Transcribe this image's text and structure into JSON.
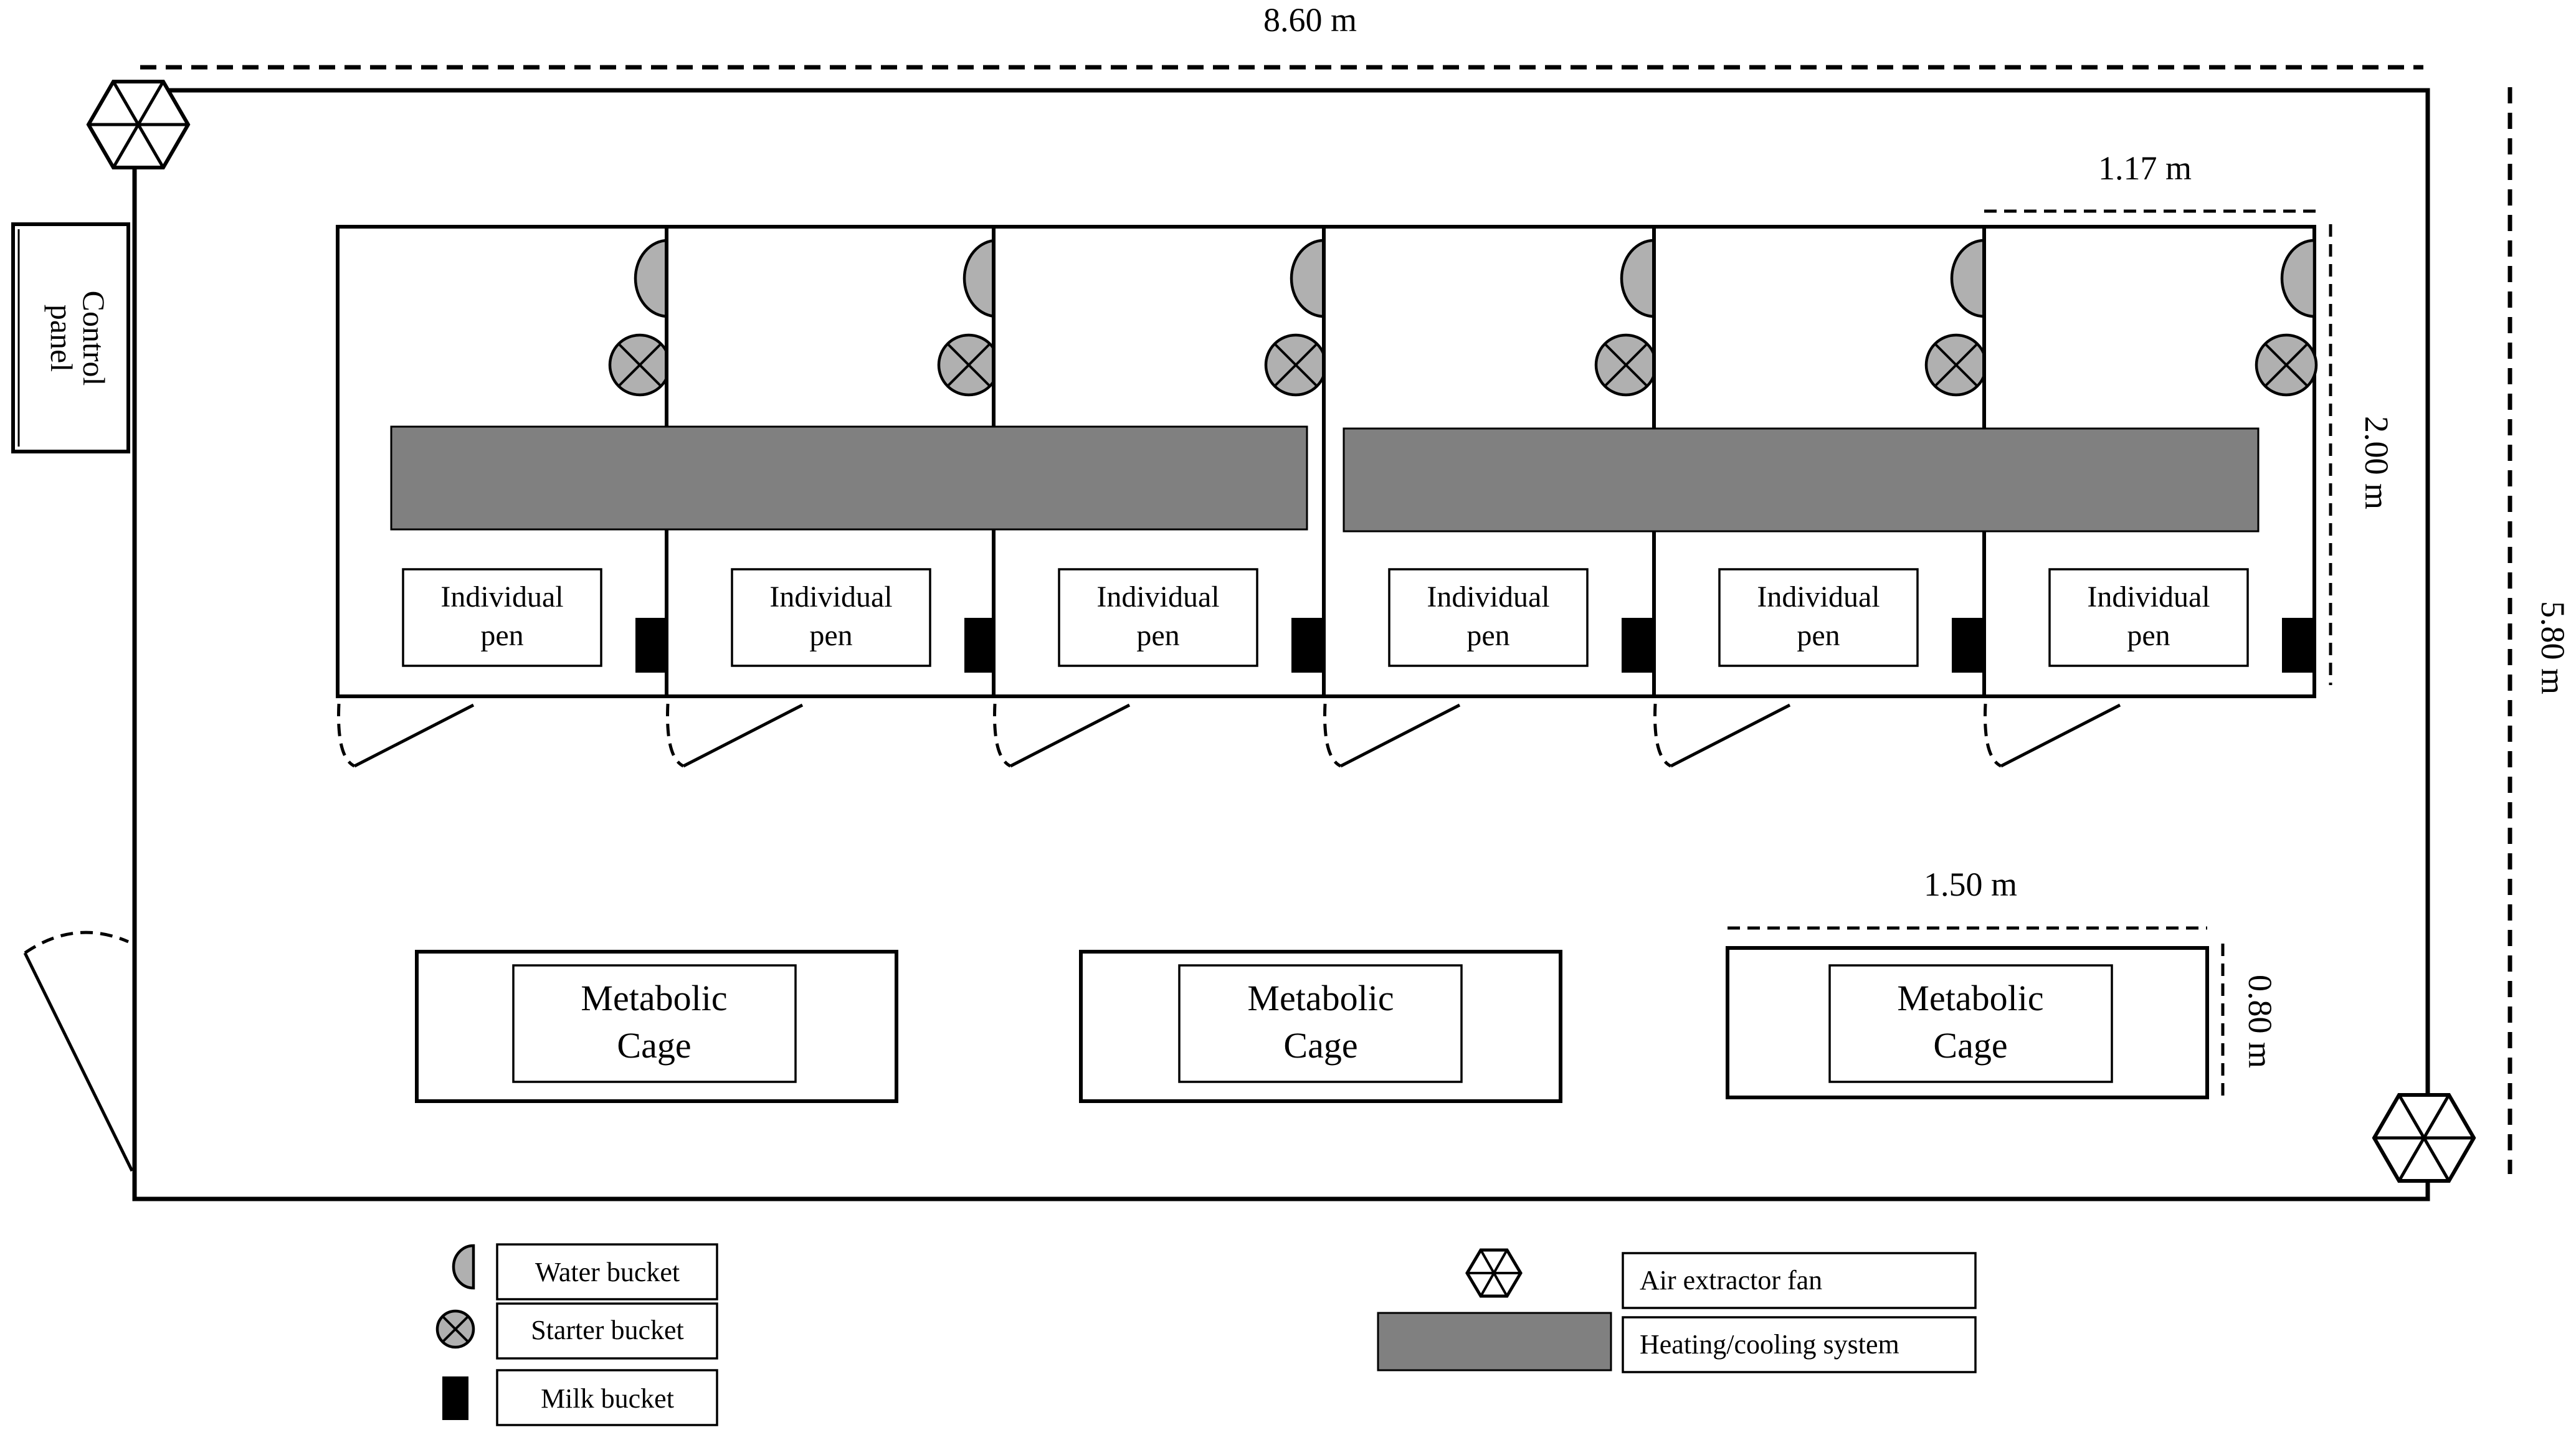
{
  "dimensions": {
    "room_width": "8.60 m",
    "room_depth": "5.80 m",
    "pen_width": "1.17 m",
    "pen_depth": "2.00 m",
    "cage_width": "1.50 m",
    "cage_depth": "0.80 m"
  },
  "control_panel": {
    "line1": "Control",
    "line2": "panel"
  },
  "pens": [
    {
      "line1": "Individual",
      "line2": "pen"
    },
    {
      "line1": "Individual",
      "line2": "pen"
    },
    {
      "line1": "Individual",
      "line2": "pen"
    },
    {
      "line1": "Individual",
      "line2": "pen"
    },
    {
      "line1": "Individual",
      "line2": "pen"
    },
    {
      "line1": "Individual",
      "line2": "pen"
    }
  ],
  "cages": [
    {
      "line1": "Metabolic",
      "line2": "Cage"
    },
    {
      "line1": "Metabolic",
      "line2": "Cage"
    },
    {
      "line1": "Metabolic",
      "line2": "Cage"
    }
  ],
  "legend": {
    "water_bucket": "Water bucket",
    "starter_bucket": "Starter bucket",
    "milk_bucket": "Milk bucket",
    "air_extractor_fan": "Air extractor fan",
    "heating_cooling": "Heating/cooling system"
  },
  "colors": {
    "heating_cooling": "#808080",
    "bucket": "#b0b0b0",
    "milk_bucket": "#000000"
  },
  "icons": {
    "water_bucket": "half-circle",
    "starter_bucket": "crossed-circle",
    "milk_bucket": "black-rectangle",
    "air_extractor_fan": "hexagon-fan"
  }
}
